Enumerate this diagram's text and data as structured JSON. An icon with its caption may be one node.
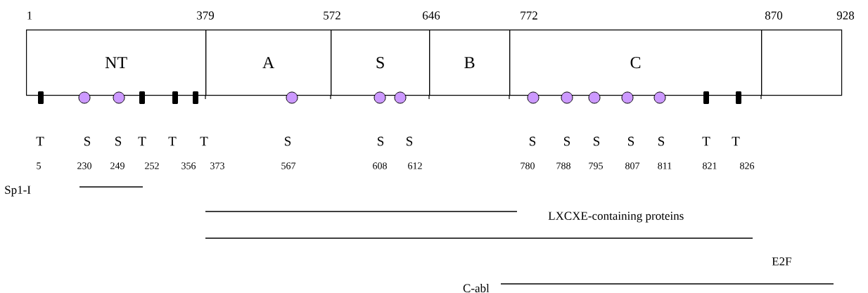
{
  "diagram": {
    "nodes": [
      {
        "text": [
          "NT"
        ]
      },
      {
        "text": [
          "A"
        ]
      },
      {
        "text": [
          "S"
        ]
      },
      {
        "text": [
          "B"
        ]
      },
      {
        "text": [
          "C"
        ]
      },
      {
        "text": [],
        "shape": "box"
      }
    ],
    "edges": [],
    "labels": [
      "1",
      "379",
      "572",
      "646",
      "772",
      "870",
      "928",
      "T",
      "S",
      "S",
      "T",
      "T",
      "T",
      "S",
      "S",
      "S",
      "S",
      "S",
      "S",
      "S",
      "S",
      "T",
      "T",
      "5",
      "230",
      "249",
      "252",
      "356",
      "373",
      "567",
      "608",
      "612",
      "780",
      "788",
      "795",
      "807",
      "811",
      "821",
      "826",
      "Sp1-I",
      "LXCXE-containing proteins",
      "E2F",
      "C-abl"
    ]
  }
}
